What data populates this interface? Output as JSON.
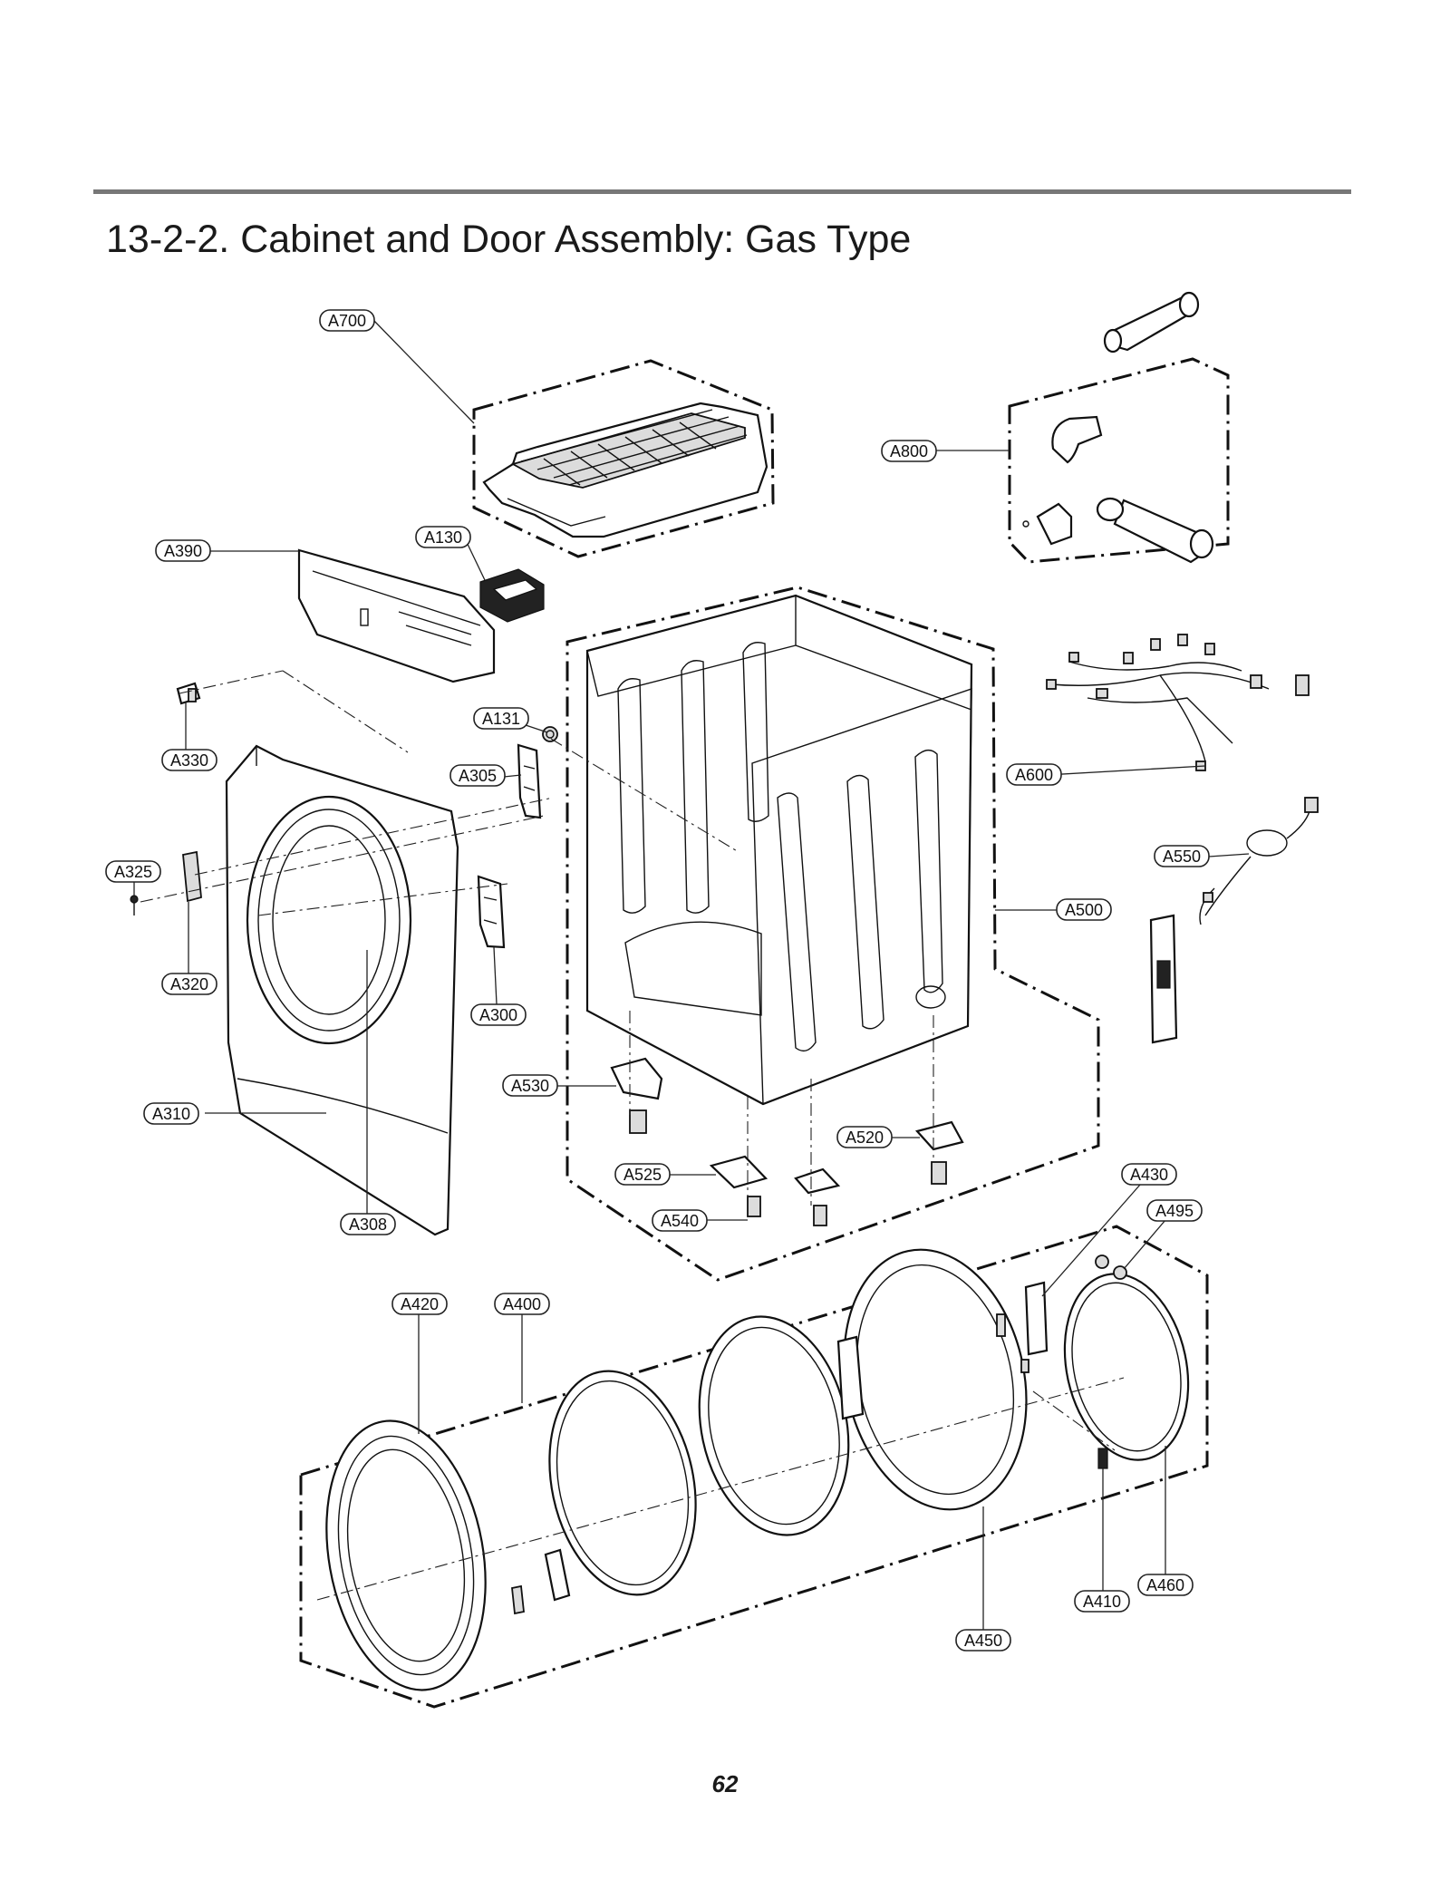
{
  "header": {
    "title": "13-2-2. Cabinet and Door Assembly: Gas Type"
  },
  "footer": {
    "page_number": "62"
  },
  "callouts": {
    "A700": "A700",
    "A800": "A800",
    "A390": "A390",
    "A130": "A130",
    "A330": "A330",
    "A131": "A131",
    "A305": "A305",
    "A600": "A600",
    "A325": "A325",
    "A550": "A550",
    "A500": "A500",
    "A320": "A320",
    "A300": "A300",
    "A530": "A530",
    "A310": "A310",
    "A520": "A520",
    "A525": "A525",
    "A430": "A430",
    "A495": "A495",
    "A540": "A540",
    "A308": "A308",
    "A420": "A420",
    "A400": "A400",
    "A410": "A410",
    "A460": "A460",
    "A450": "A450"
  }
}
